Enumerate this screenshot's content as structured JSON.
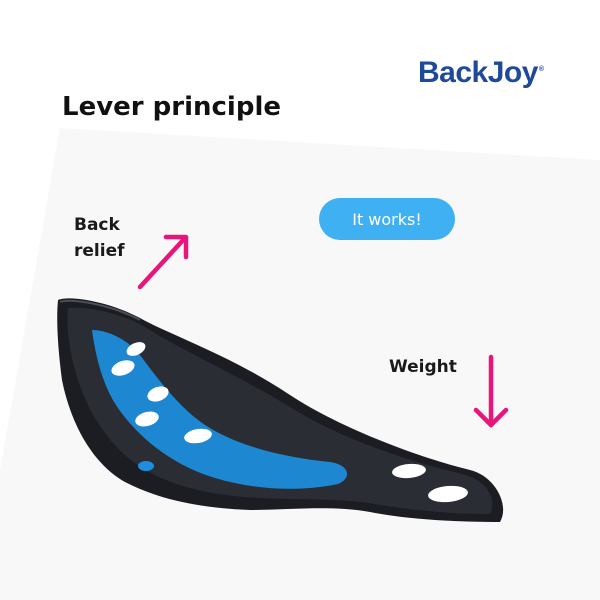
{
  "brand": {
    "logo_text": "BackJoy",
    "registered_mark": "®",
    "color": "#1f4a99"
  },
  "heading": "Lever principle",
  "labels": {
    "back_relief": "Back\nrelief",
    "weight": "Weight"
  },
  "badge": {
    "text": "It works!",
    "color": "#3fb0f2"
  },
  "colors": {
    "arrow": "#e8157a",
    "seat_dark": "#1b1d22",
    "seat_blue": "#1d8fe0"
  },
  "icons": {
    "up_arrow": "arrow-up-right-icon",
    "down_arrow": "arrow-down-icon"
  }
}
